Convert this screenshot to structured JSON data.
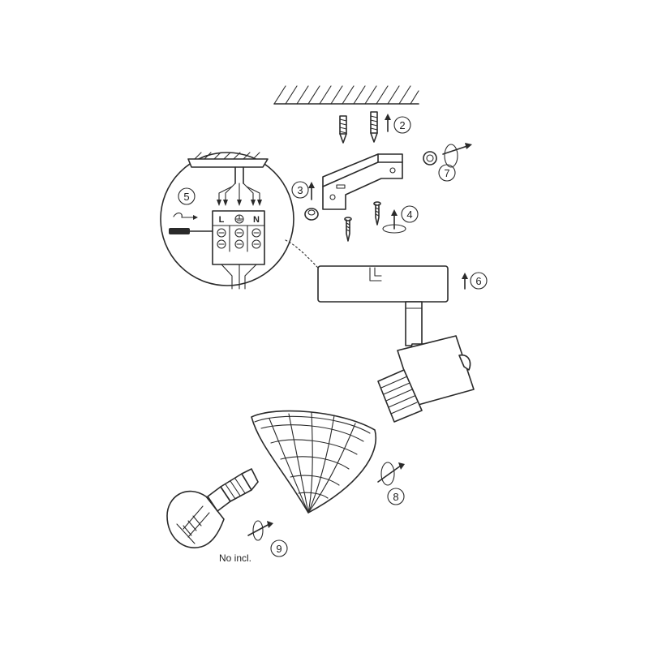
{
  "diagram": {
    "steps": [
      {
        "id": "step-2",
        "number": "2"
      },
      {
        "id": "step-3",
        "number": "3"
      },
      {
        "id": "step-4",
        "number": "4"
      },
      {
        "id": "step-5",
        "number": "5"
      },
      {
        "id": "step-6",
        "number": "6"
      },
      {
        "id": "step-7",
        "number": "7"
      },
      {
        "id": "step-8",
        "number": "8"
      },
      {
        "id": "step-9",
        "number": "9"
      }
    ],
    "terminals": {
      "live": "L",
      "neutral": "N"
    },
    "bulb_note": "No incl."
  }
}
